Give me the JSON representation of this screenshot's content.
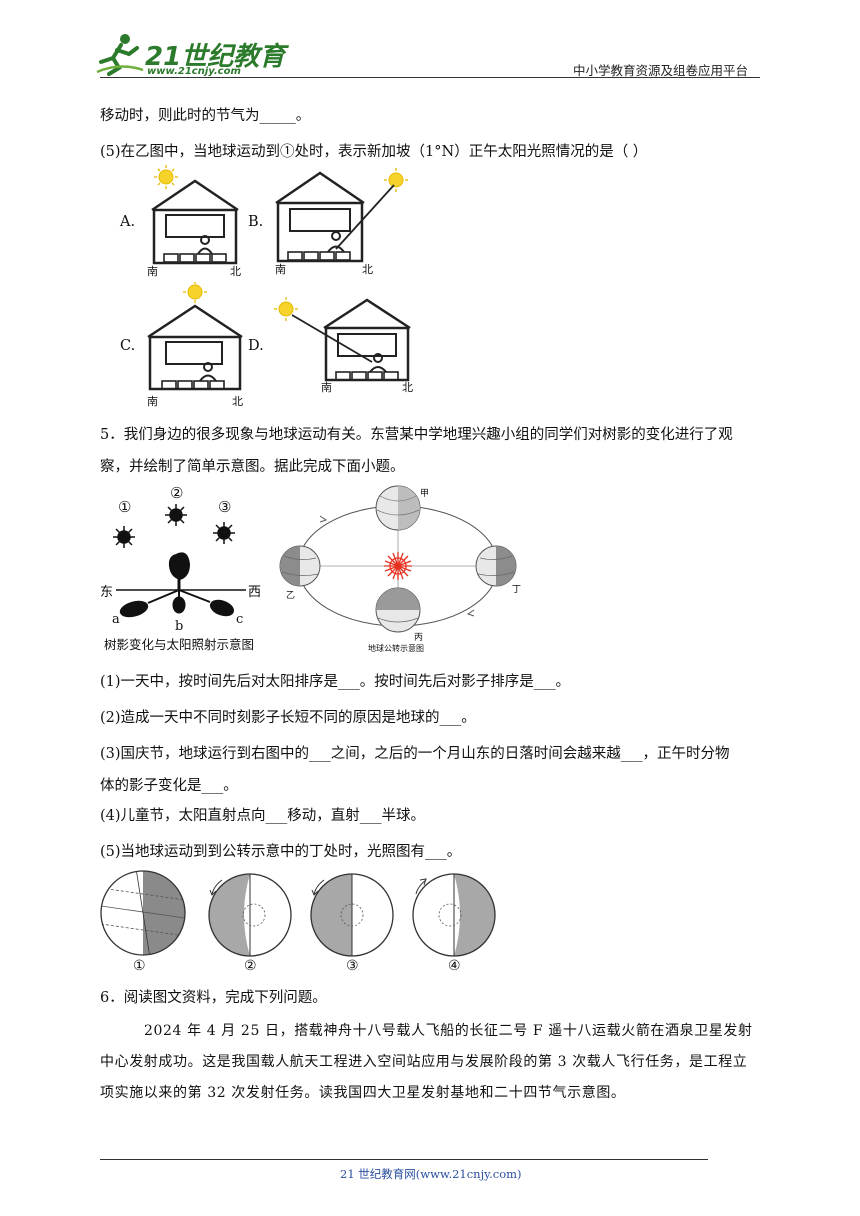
{
  "header": {
    "logo_text": "21世纪教育",
    "logo_url": "www.21cnjy.com",
    "platform": "中小学教育资源及组卷应用平台"
  },
  "lines": {
    "l1": "移动时，则此时的节气为_____。",
    "l2": "(5)在乙图中，当地球运动到①处时，表示新加坡（1°N）正午太阳光照情况的是（    ）",
    "q5_intro_1": "5．我们身边的很多现象与地球运动有关。东营某中学地理兴趣小组的同学们对树影的变化进行了观",
    "q5_intro_2": "察，并绘制了简单示意图。据此完成下面小题。",
    "q5_1": "(1)一天中，按时间先后对太阳排序是___。按时间先后对影子排序是___。",
    "q5_2": "(2)造成一天中不同时刻影子长短不同的原因是地球的___。",
    "q5_3a": "(3)国庆节，地球运行到右图中的___之间，之后的一个月山东的日落时间会越来越___，正午时分物",
    "q5_3b": "体的影子变化是___。",
    "q5_4": "(4)儿童节，太阳直射点向___移动，直射___半球。",
    "q5_5": "(5)当地球运动到到公转示意中的丁处时，光照图有___。",
    "q6": "6．阅读图文资料，完成下列问题。",
    "q6_para": "2024 年 4 月 25 日，搭载神舟十八号载人飞船的长征二号 F 遥十八运载火箭在酒泉卫星发射中心发射成功。这是我国载人航天工程进入空间站应用与发展阶段的第 3 次载人飞行任务，是工程立项实施以来的第 32 次发射任务。读我国四大卫星发射基地和二十四节气示意图。"
  },
  "options": {
    "a": "A.",
    "b": "B.",
    "c": "C.",
    "d": "D."
  },
  "house_labels": {
    "south": "南",
    "north": "北"
  },
  "tree_figure": {
    "sun_labels": [
      "①",
      "②",
      "③"
    ],
    "east": "东",
    "west": "西",
    "shadow_labels": [
      "a",
      "b",
      "c"
    ],
    "caption": "树影变化与太阳照射示意图"
  },
  "orbit_figure": {
    "positions": [
      "甲",
      "乙",
      "丙",
      "丁"
    ],
    "caption": "地球公转示意图"
  },
  "globe_labels": [
    "①",
    "②",
    "③",
    "④"
  ],
  "footer": "21 世纪教育网(www.21cnjy.com)"
}
